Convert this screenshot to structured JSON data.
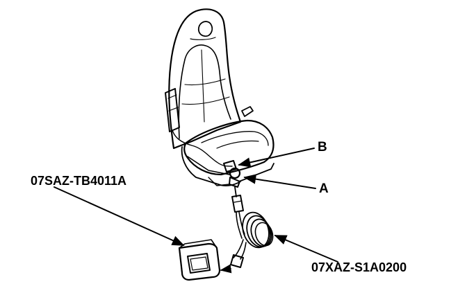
{
  "labels": {
    "callout_b": "B",
    "callout_a": "A",
    "part_tester": "07SAZ-TB4011A",
    "part_harness": "07XAZ-S1A0200"
  },
  "icons": {
    "seat": "car-seat-illustration",
    "tester": "srs-tester-unit-illustration",
    "harness": "coiled-test-harness-illustration",
    "arrows": "leader-arrow"
  },
  "colors": {
    "line": "#000000",
    "background": "#ffffff"
  }
}
